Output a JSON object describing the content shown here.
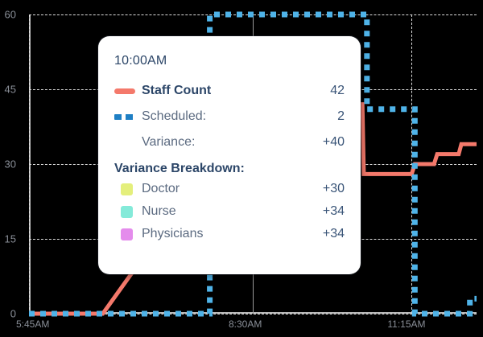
{
  "chart_data": {
    "type": "line",
    "title": "",
    "xlabel": "",
    "ylabel": "",
    "ylim": [
      0,
      60
    ],
    "yticks": [
      "0",
      "15",
      "30",
      "45",
      "60"
    ],
    "ytick_values": [
      0,
      15,
      30,
      45,
      60
    ],
    "xticks": [
      "5:45AM",
      "8:30AM",
      "11:15AM"
    ],
    "xtick_positions": [
      0,
      0.5,
      0.855
    ],
    "grid": true,
    "legend_position": "tooltip",
    "series": [
      {
        "name": "Staff Count",
        "color": "#f4796b",
        "style": "solid",
        "points": [
          {
            "x": 0.0,
            "y": 0
          },
          {
            "x": 0.165,
            "y": 0
          },
          {
            "x": 0.5,
            "y": 42
          },
          {
            "x": 0.745,
            "y": 42
          },
          {
            "x": 0.748,
            "y": 28
          },
          {
            "x": 0.855,
            "y": 28
          },
          {
            "x": 0.862,
            "y": 30
          },
          {
            "x": 0.905,
            "y": 30
          },
          {
            "x": 0.912,
            "y": 32
          },
          {
            "x": 0.96,
            "y": 32
          },
          {
            "x": 0.966,
            "y": 34
          },
          {
            "x": 1.0,
            "y": 34
          }
        ]
      },
      {
        "name": "Scheduled",
        "color": "#4fb3e8",
        "style": "dashed",
        "points": [
          {
            "x": 0.0,
            "y": 0
          },
          {
            "x": 0.404,
            "y": 0
          },
          {
            "x": 0.404,
            "y": 60
          },
          {
            "x": 0.755,
            "y": 60
          },
          {
            "x": 0.755,
            "y": 41
          },
          {
            "x": 0.862,
            "y": 41
          },
          {
            "x": 0.862,
            "y": 0
          },
          {
            "x": 0.985,
            "y": 0
          },
          {
            "x": 0.985,
            "y": 3
          },
          {
            "x": 1.0,
            "y": 3
          }
        ]
      }
    ]
  },
  "tooltip": {
    "title": "10:00AM",
    "rows": [
      {
        "icon": "line-swatch-icon",
        "label": "Staff Count",
        "value": "42",
        "emphasis": true
      },
      {
        "icon": "dashed-line-icon",
        "label": "Scheduled:",
        "value": "2",
        "emphasis": false
      },
      {
        "icon": "",
        "label": "Variance:",
        "value": "+40",
        "emphasis": false
      }
    ],
    "breakdown_title": "Variance Breakdown:",
    "breakdown": [
      {
        "icon": "color-swatch-icon",
        "label": "Doctor",
        "value": "+30",
        "color": "#e4ef7c"
      },
      {
        "icon": "color-swatch-icon",
        "label": "Nurse",
        "value": "+34",
        "color": "#84ead9"
      },
      {
        "icon": "color-swatch-icon",
        "label": "Physicians",
        "value": "+34",
        "color": "#e48cec"
      }
    ]
  },
  "colors": {
    "background": "#000000",
    "staff_count": "#f4796b",
    "scheduled": "#4fb3e8",
    "grid": "#dcdcdc",
    "axis": "#b9b9b9",
    "tick_text": "#8a8f98",
    "tooltip_bg": "#ffffff",
    "tooltip_title_text": "#2c4668",
    "tooltip_label_text": "#5b6a80",
    "tooltip_value_text": "#3a5578"
  }
}
